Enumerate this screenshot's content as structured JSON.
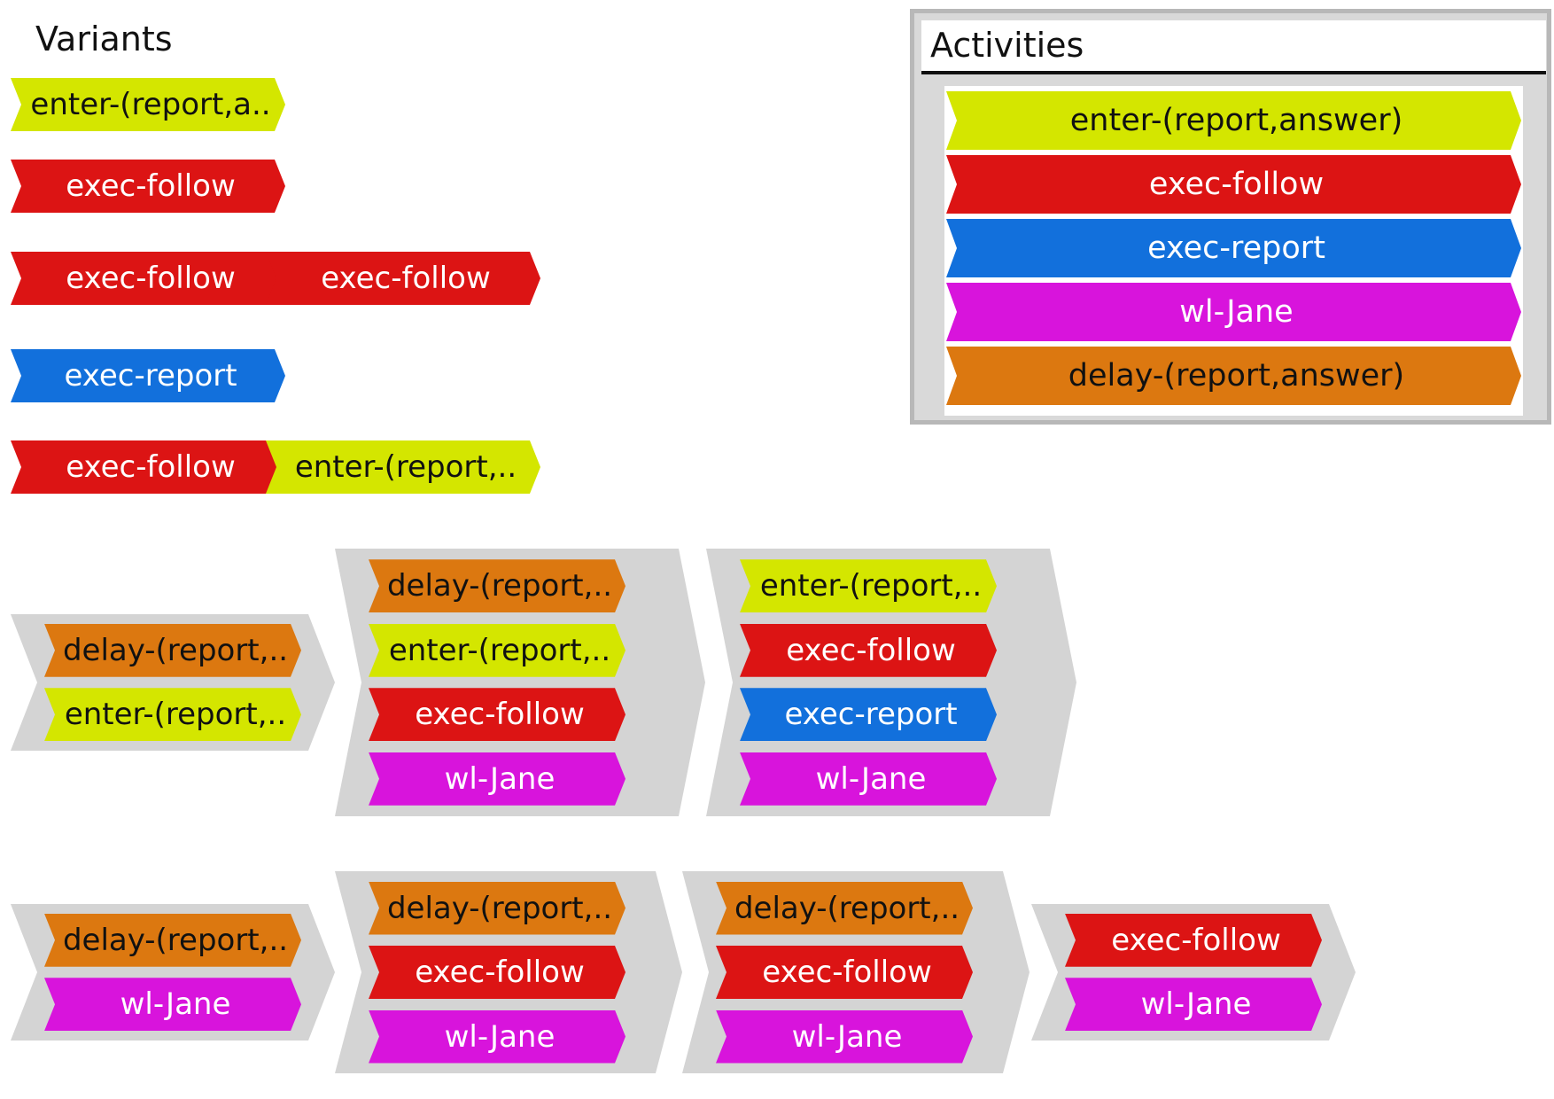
{
  "colors": {
    "enter": "#d4e600",
    "exec_follow": "#dc1414",
    "exec_report": "#1270dc",
    "wl_jane": "#d814dc",
    "delay": "#dc7810",
    "group_bg": "#d4d4d4"
  },
  "variants": {
    "title": "Variants",
    "single_rows": [
      {
        "activities": [
          {
            "label": "enter-(report,a..",
            "kind": "enter"
          }
        ]
      },
      {
        "activities": [
          {
            "label": "exec-follow",
            "kind": "exec_follow"
          }
        ]
      },
      {
        "activities": [
          {
            "label": "exec-follow",
            "kind": "exec_follow"
          },
          {
            "label": "exec-follow",
            "kind": "exec_follow"
          }
        ]
      },
      {
        "activities": [
          {
            "label": "exec-report",
            "kind": "exec_report"
          }
        ]
      },
      {
        "activities": [
          {
            "label": "exec-follow",
            "kind": "exec_follow"
          },
          {
            "label": "enter-(report,..",
            "kind": "enter"
          }
        ]
      }
    ],
    "grouped_rows": [
      {
        "groups": [
          {
            "activities": [
              {
                "label": "delay-(report,..",
                "kind": "delay"
              },
              {
                "label": "enter-(report,..",
                "kind": "enter"
              }
            ]
          },
          {
            "activities": [
              {
                "label": "delay-(report,..",
                "kind": "delay"
              },
              {
                "label": "enter-(report,..",
                "kind": "enter"
              },
              {
                "label": "exec-follow",
                "kind": "exec_follow"
              },
              {
                "label": "wl-Jane",
                "kind": "wl_jane"
              }
            ]
          },
          {
            "activities": [
              {
                "label": "enter-(report,..",
                "kind": "enter"
              },
              {
                "label": "exec-follow",
                "kind": "exec_follow"
              },
              {
                "label": "exec-report",
                "kind": "exec_report"
              },
              {
                "label": "wl-Jane",
                "kind": "wl_jane"
              }
            ]
          }
        ]
      },
      {
        "groups": [
          {
            "activities": [
              {
                "label": "delay-(report,..",
                "kind": "delay"
              },
              {
                "label": "wl-Jane",
                "kind": "wl_jane"
              }
            ]
          },
          {
            "activities": [
              {
                "label": "delay-(report,..",
                "kind": "delay"
              },
              {
                "label": "exec-follow",
                "kind": "exec_follow"
              },
              {
                "label": "wl-Jane",
                "kind": "wl_jane"
              }
            ]
          },
          {
            "activities": [
              {
                "label": "delay-(report,..",
                "kind": "delay"
              },
              {
                "label": "exec-follow",
                "kind": "exec_follow"
              },
              {
                "label": "wl-Jane",
                "kind": "wl_jane"
              }
            ]
          },
          {
            "activities": [
              {
                "label": "exec-follow",
                "kind": "exec_follow"
              },
              {
                "label": "wl-Jane",
                "kind": "wl_jane"
              }
            ]
          }
        ]
      }
    ]
  },
  "activities_legend": {
    "title": "Activities",
    "items": [
      {
        "label": "enter-(report,answer)",
        "kind": "enter"
      },
      {
        "label": "exec-follow",
        "kind": "exec_follow"
      },
      {
        "label": "exec-report",
        "kind": "exec_report"
      },
      {
        "label": "wl-Jane",
        "kind": "wl_jane"
      },
      {
        "label": "delay-(report,answer)",
        "kind": "delay"
      }
    ]
  }
}
